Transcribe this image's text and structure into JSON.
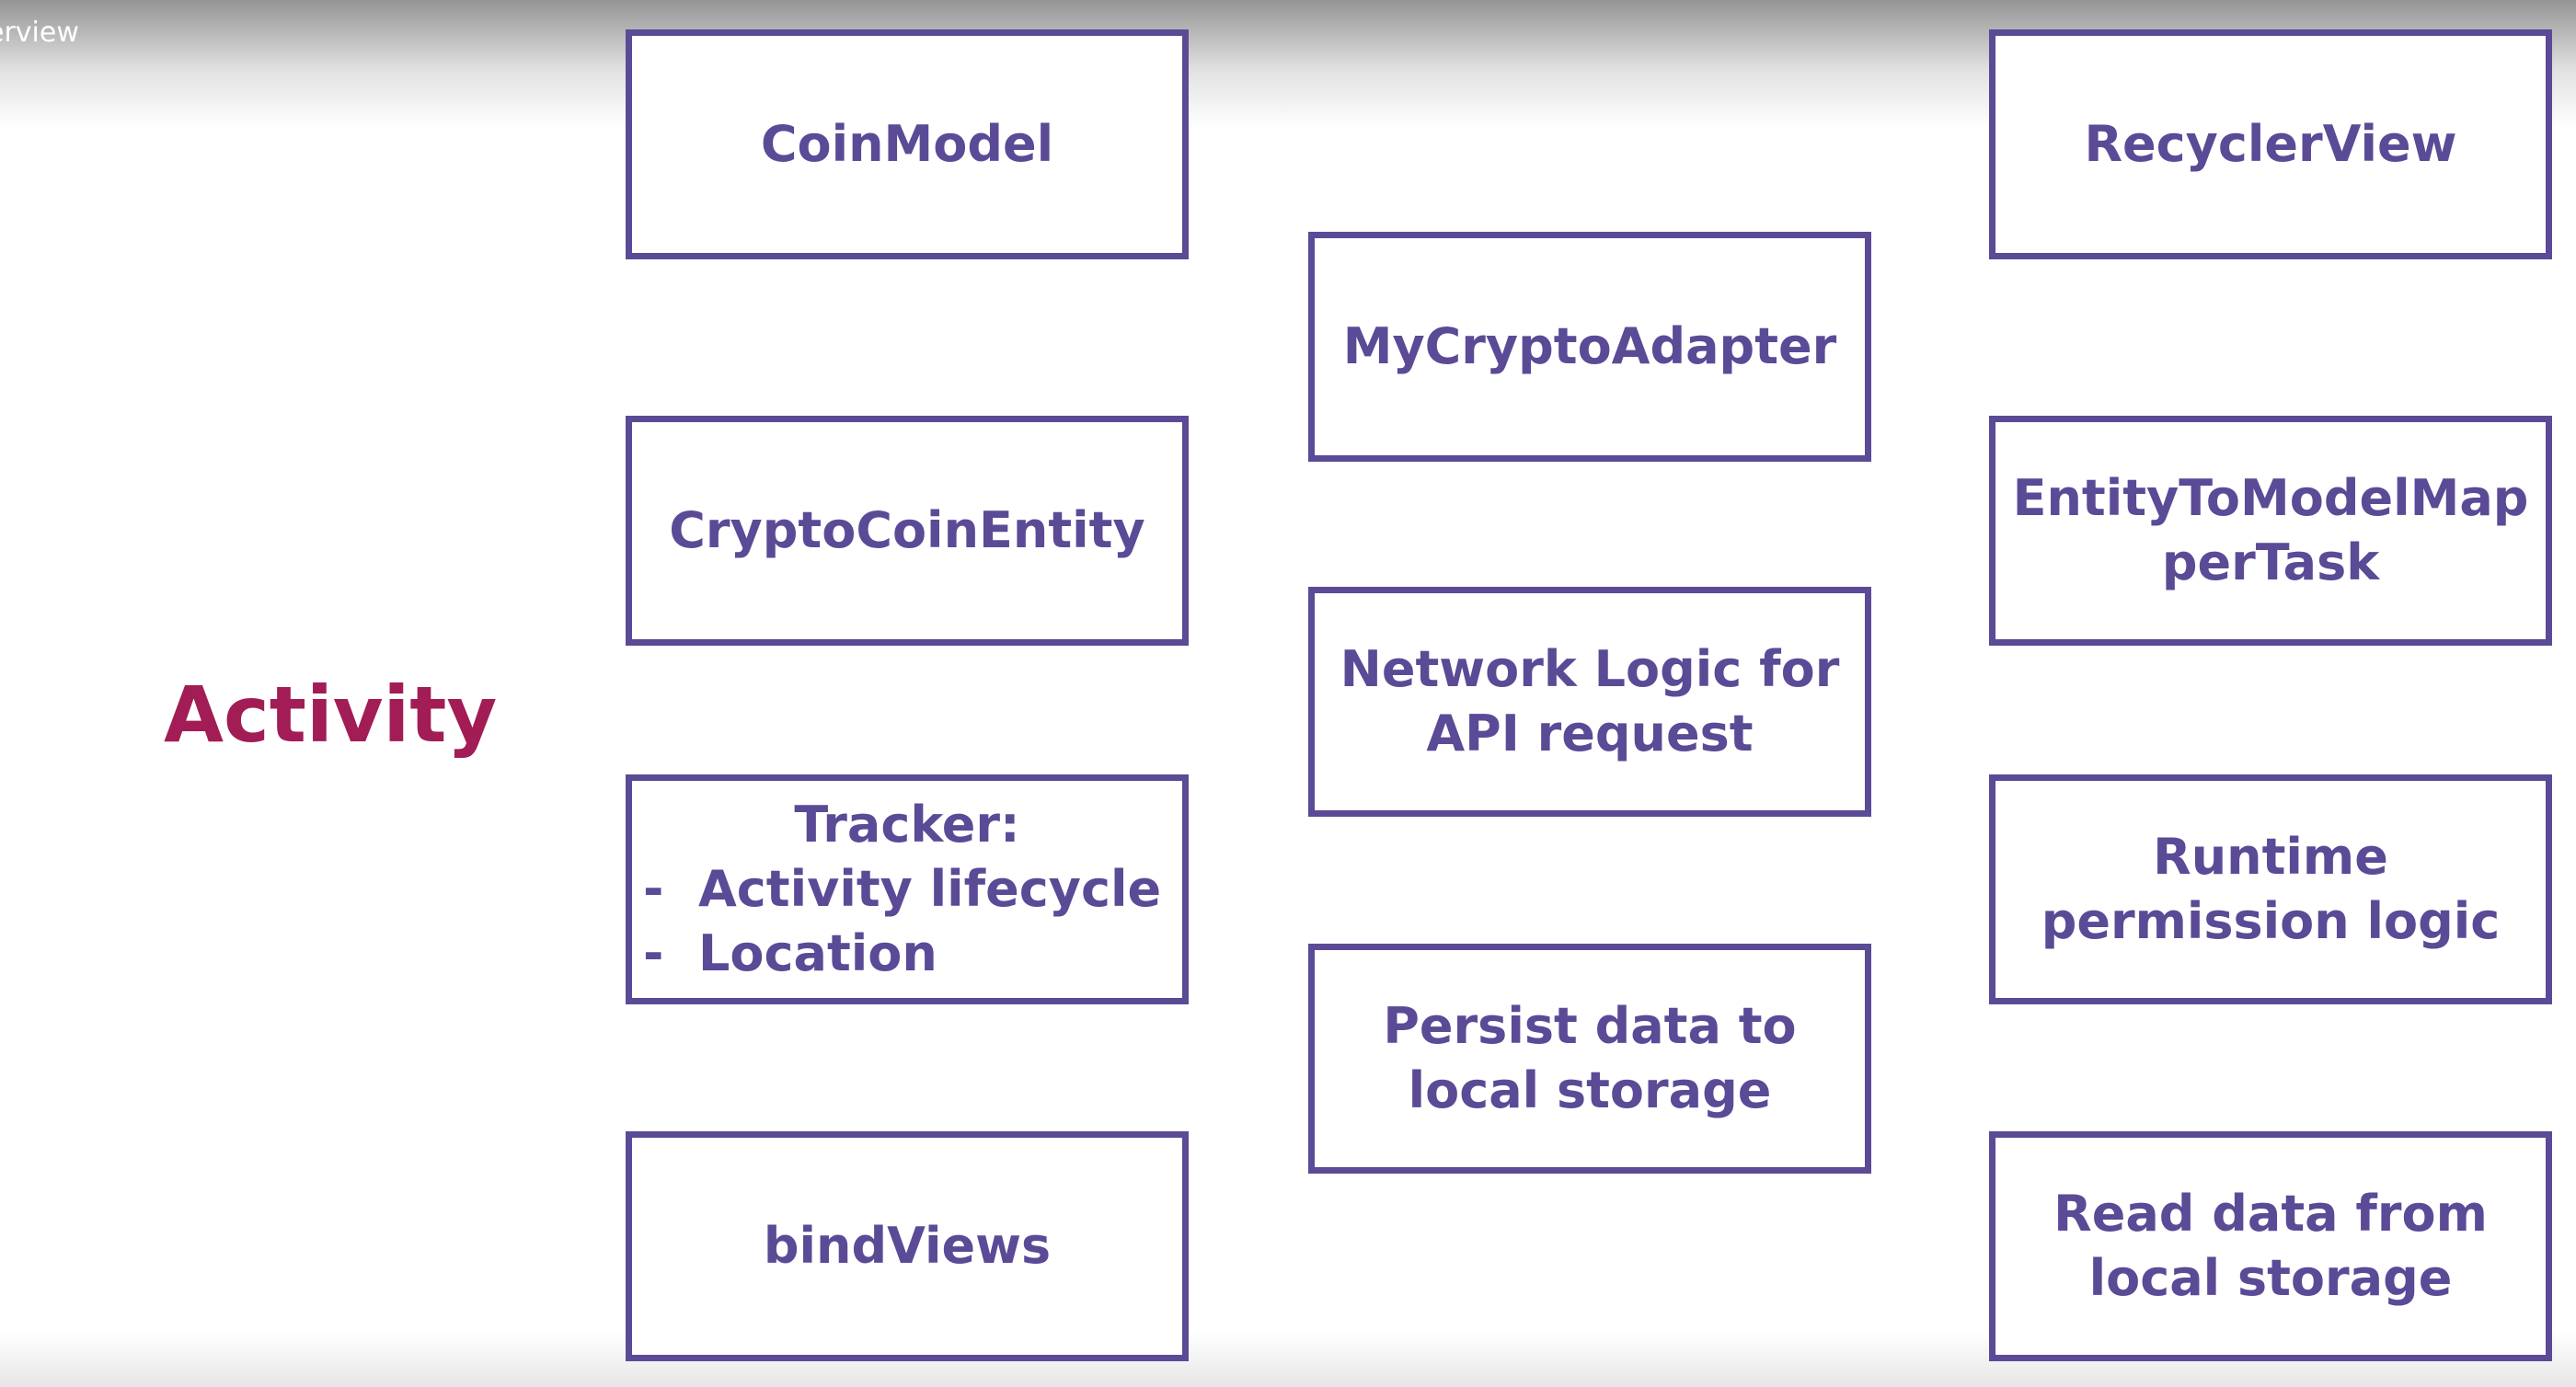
{
  "video": {
    "title": "erview"
  },
  "diagram": {
    "central_label": "Activity",
    "boxes": {
      "coin_model": "CoinModel",
      "crypto_coin_entity": "CryptoCoinEntity",
      "tracker": {
        "heading": "Tracker:",
        "bullet_marker": "-",
        "items": [
          "Activity lifecycle",
          "Location"
        ]
      },
      "bind_views": "bindViews",
      "my_crypto_adapter": "MyCryptoAdapter",
      "network_logic": [
        "Network Logic for",
        "API request"
      ],
      "persist_data": [
        "Persist data to",
        "local storage"
      ],
      "recycler_view": "RecyclerView",
      "entity_to_model_mapper": [
        "EntityToModelMap",
        "perTask"
      ],
      "runtime_permission": [
        "Runtime",
        "permission logic"
      ],
      "read_data": [
        "Read data from",
        "local storage"
      ]
    }
  },
  "colors": {
    "activity_label": "#a21c55",
    "box_border": "#5b4a96",
    "box_text": "#5b4a96",
    "background": "#ffffff"
  }
}
